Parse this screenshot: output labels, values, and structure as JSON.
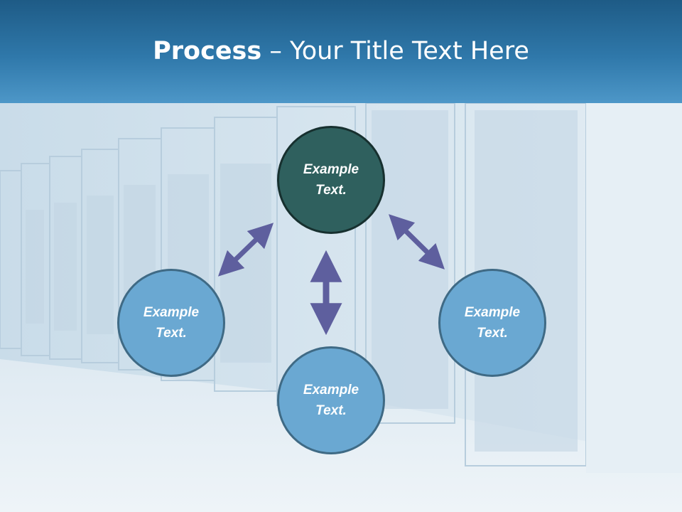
{
  "title": {
    "bold": "Process",
    "rest": " – Your Title Text Here"
  },
  "circles": {
    "top": {
      "line1": "Example",
      "line2": "Text."
    },
    "left": {
      "line1": "Example",
      "line2": "Text."
    },
    "right": {
      "line1": "Example",
      "line2": "Text."
    },
    "bottom": {
      "line1": "Example",
      "line2": "Text."
    }
  },
  "colors": {
    "title_bar": "#2f78aa",
    "circle_light": "#6aa8d2",
    "circle_dark": "#2f605e",
    "arrow": "#5e5f9e"
  }
}
